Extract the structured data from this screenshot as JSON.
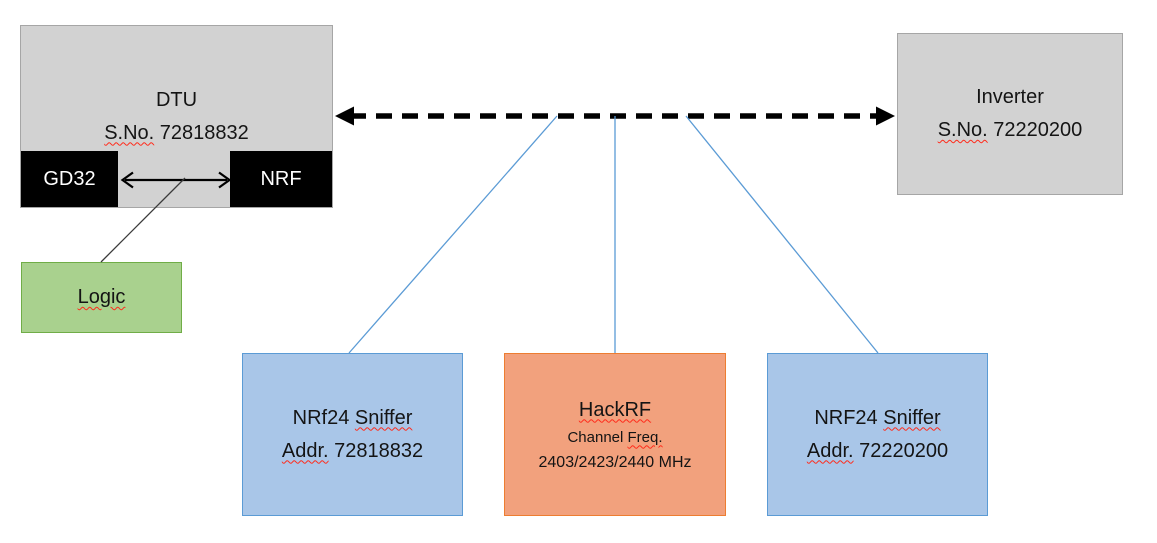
{
  "colors": {
    "gray_fill": "#D2D2D2",
    "gray_border": "#A6A6A6",
    "chip_fill": "#000000",
    "green_fill": "#A9D18E",
    "green_border": "#70AD47",
    "blue_fill": "#A9C6E8",
    "blue_border": "#5B9BD5",
    "orange_fill": "#F2A17D",
    "orange_border": "#ED7D31",
    "connector_blue": "#5B9BD5",
    "arrow_black": "#000000",
    "thin_line_gray": "#3B3B3B",
    "squiggle_red": "#FF2A1A"
  },
  "nodes": {
    "dtu": {
      "title": "DTU",
      "serial_label": "S.No.",
      "serial": "72818832",
      "chip_left": "GD32",
      "chip_right": "NRF"
    },
    "logic": {
      "label": "Logic"
    },
    "inverter": {
      "title": "Inverter",
      "serial_label": "S.No.",
      "serial": "72220200"
    },
    "sniffer_left": {
      "model": "NRf24",
      "role": "Sniffer",
      "addr_label": "Addr.",
      "address": "72818832"
    },
    "hackrf": {
      "title": "HackRF",
      "channel_word": "Channel",
      "freq_word": "Freq.",
      "frequencies": "2403/2423/2440 MHz"
    },
    "sniffer_right": {
      "model": "NRF24",
      "role": "Sniffer",
      "addr_label": "Addr.",
      "address": "72220200"
    }
  }
}
